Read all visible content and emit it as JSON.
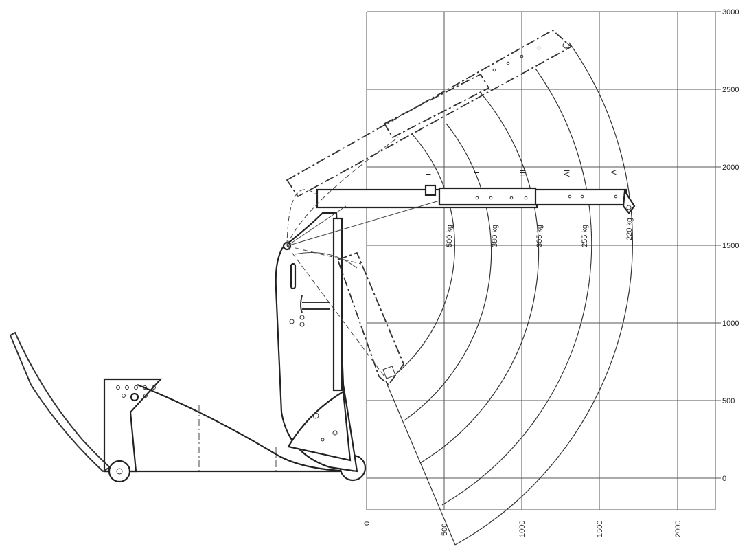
{
  "x_axis": {
    "ticks": [
      "0",
      "500",
      "1000",
      "1500",
      "2000"
    ]
  },
  "y_axis": {
    "ticks": [
      "0",
      "500",
      "1000",
      "1500",
      "2000",
      "2500",
      "3000"
    ]
  },
  "positions": [
    "I",
    "II",
    "III",
    "IV",
    "V"
  ],
  "loads": [
    "500 kg",
    "380 kg",
    "305 kg",
    "255 kg",
    "220 kg"
  ]
}
